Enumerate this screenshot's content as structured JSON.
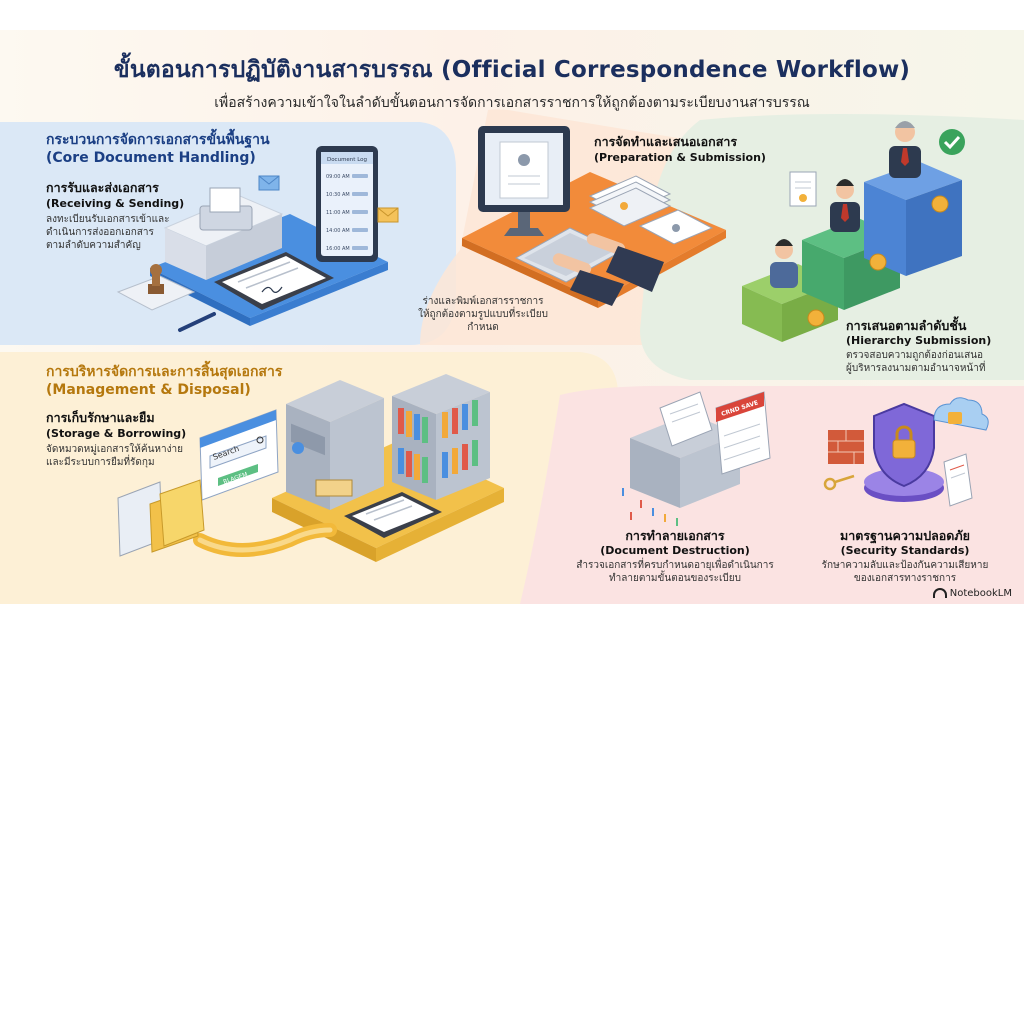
{
  "header": {
    "title": "ขั้นตอนการปฏิบัติงานสารบรรณ (Official Correspondence Workflow)",
    "subtitle": "เพื่อสร้างความเข้าใจในลำดับขั้นตอนการจัดการเอกสารราชการให้ถูกต้องตามระเบียบงานสารบรรณ"
  },
  "core": {
    "title_th": "กระบวนการจัดการเอกสารขั้นพื้นฐาน",
    "title_en": "(Core Document Handling)",
    "receiving": {
      "title_th": "การรับและส่งเอกสาร",
      "title_en": "(Receiving & Sending)",
      "desc_1": "ลงทะเบียนรับเอกสารเข้าและ",
      "desc_2": "ดำเนินการส่งออกเอกสาร",
      "desc_3": "ตามลำดับความสำคัญ"
    },
    "tablet_header": "Document Log",
    "log_times": [
      "09:00 AM",
      "10:30 AM",
      "11:00 AM",
      "14:00 AM",
      "16:00 AM"
    ]
  },
  "preparation": {
    "title_th": "การจัดทำและเสนอเอกสาร",
    "title_en": "(Preparation & Submission)",
    "desc_1": "ร่างและพิมพ์เอกสารราชการ",
    "desc_2": "ให้ถูกต้องตามรูปแบบที่ระเบียบ",
    "desc_3": "กำหนด"
  },
  "hierarchy": {
    "title_th": "การเสนอตามลำดับชั้น",
    "title_en": "(Hierarchy Submission)",
    "desc_1": "ตรวจสอบความถูกต้องก่อนเสนอ",
    "desc_2": "ผู้บริหารลงนามตามอำนาจหน้าที่"
  },
  "management": {
    "title_th": "การบริหารจัดการและการสิ้นสุดเอกสาร",
    "title_en": "(Management & Disposal)",
    "storage": {
      "title_th": "การเก็บรักษาและยืม",
      "title_en": "(Storage & Borrowing)",
      "desc_1": "จัดหมวดหมู่เอกสารให้ค้นหาง่าย",
      "desc_2": "และมีระบบการยืมที่รัดกุม"
    },
    "search_placeholder": "Search",
    "search_button": "BLAGEM"
  },
  "destruction": {
    "title_th": "การทำลายเอกสาร",
    "title_en": "(Document Destruction)",
    "desc_1": "สำรวจเอกสารที่ครบกำหนดอายุเพื่อดำเนินการ",
    "desc_2": "ทำลายตามขั้นตอนของระเบียบ",
    "calendar_label": "CRND SAVE"
  },
  "security": {
    "title_th": "มาตรฐานความปลอดภัย",
    "title_en": "(Security Standards)",
    "desc_1": "รักษาความลับและป้องกันความเสียหาย",
    "desc_2": "ของเอกสารทางราชการ"
  },
  "brand": "NotebookLM",
  "colors": {
    "title": "#1b2f5e",
    "section_blue": "#1b3f84",
    "section_gold": "#b5780e",
    "panel_blue": "#dbe8f6",
    "panel_peach": "#fde9dc",
    "panel_green": "#e8f1e6",
    "panel_yellow": "#fdf2dc",
    "panel_pink": "#fbe4e4"
  }
}
